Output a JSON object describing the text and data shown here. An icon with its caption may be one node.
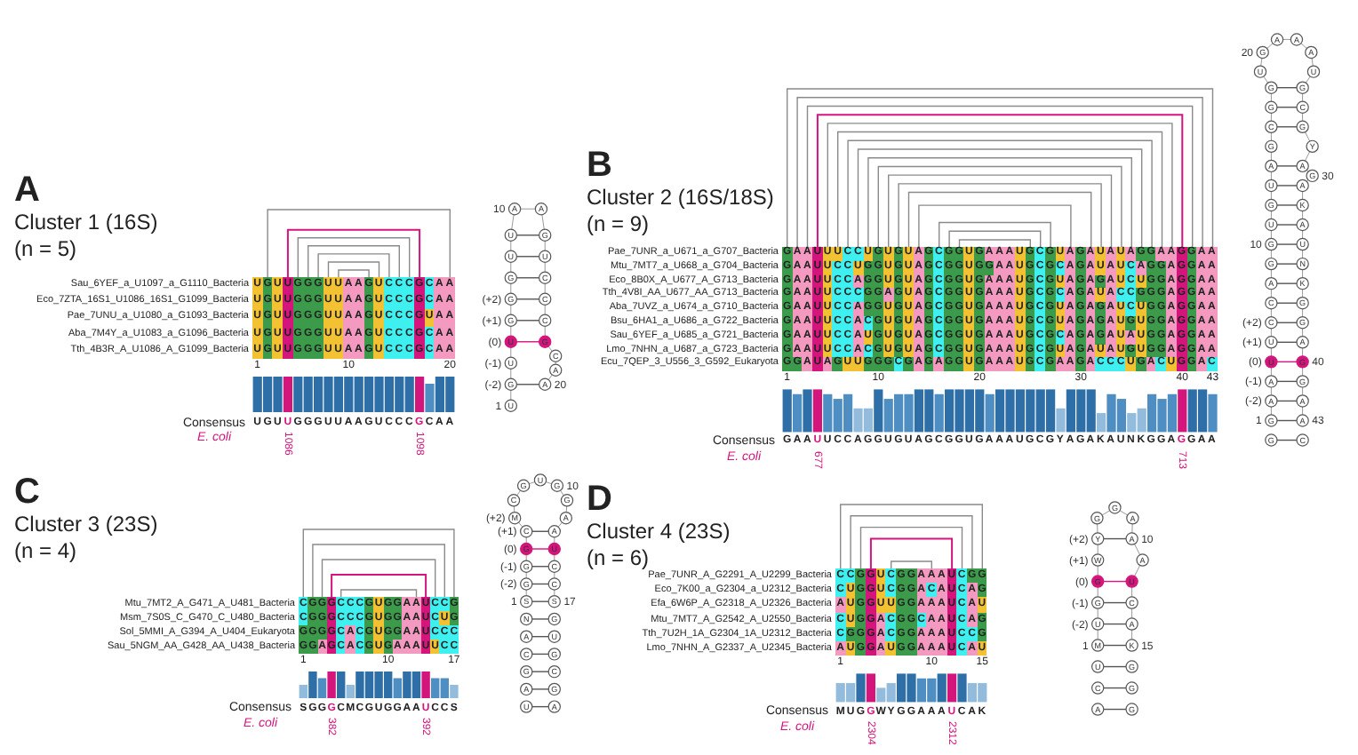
{
  "diagram": {
    "labels": [
      "A",
      "Cluster 1 (16S)",
      "(n = 5)",
      "Sau_6YEF_a_U1097_a_G1110_Bacteria",
      "UGUUGGGUUAAGUCCCGCAA",
      "Eco_7ZTA_16S1_U1086_16S1_G1099_Bacteria",
      "UGUUGGGUUAAGUCCCGCAA",
      "Pae_7UNU_a_U1080_a_G1093_Bacteria",
      "UGUUGGGUUAAGUCCCGUAA",
      "Aba_7M4Y_a_U1083_a_G1096_Bacteria",
      "UGUUGGGUUAAGUCCCGCAA",
      "Tth_4B3R_A_U1086_A_G1099_Bacteria",
      "UGUUGGGUUAAGUCCCGCAA",
      "1",
      "10",
      "20",
      "Consensus",
      "UGUUGGGUUAAGUCCCGCAA",
      "E. coli",
      "1086",
      "1098",
      "10",
      "(+2)",
      "(+1)",
      "(0)",
      "(-1)",
      "(-2)",
      "20",
      "1",
      "U",
      "G",
      "U",
      "U",
      "G",
      "G",
      "G",
      "U",
      "U",
      "A",
      "A",
      "G",
      "U",
      "C",
      "C",
      "C",
      "G",
      "C",
      "A",
      "A",
      "B",
      "Cluster 2 (16S/18S)",
      "(n = 9)",
      "Pae_7UNR_a_U671_a_G707_Bacteria",
      "GAAUUUCCUGUGUAGCGGUGAAAUGCGUAGAUAUAGGAAGGAA",
      "Mtu_7MT7_a_U668_a_G704_Bacteria",
      "GAAUUCCUGGUGUAGCGGUGGAAUGCGCAGAUAUCAGGAGGAA",
      "Eco_8B0X_A_U677_A_G713_Bacteria",
      "GAAUUCCAGGUGUAGCGGUGAAAUGCGUAGAGAUCUGGAGGAA",
      "Tth_4V8I_AA_U677_AA_G713_Bacteria",
      "GAAUUCCCGGAGUAGCGGUGAAAUGCGCAGAUACCGGGAGGAA",
      "Aba_7UVZ_a_U674_a_G710_Bacteria",
      "GAAUUCCAGGUGUAGCGGUGAAAUGCGUAGAGAUCUGGAGGAA",
      "Bsu_6HA1_a_U686_a_G722_Bacteria",
      "GAAUUCCACGUGUAGCGGUGAAAUGCGUAGAGAUGUGGAGGAA",
      "Sau_6YEF_a_U685_a_G721_Bacteria",
      "GAAUUCCAUGUGUAGCGGUGAAAUGCGCAGAGAUAUGGAGGAA",
      "Lmo_7NHN_a_U687_a_G723_Bacteria",
      "GAAUUCCACGUGUAGCGGUGAAAUGCGUAGAUAUGUGGAGGAA",
      "Ecu_7QEP_3_U556_3_G592_Eukaryota",
      "GGAUAGUUGGGCGAGAGGUGAAAUGCGAAGACCCUGACUGGAC",
      "1",
      "10",
      "20",
      "30",
      "40",
      "43",
      "Consensus",
      "GAAUUCCAGGUGUAGCGGUGAAAUGCGYAGAKAUNKGGAGGAA",
      "E. coli",
      "677",
      "713",
      "20",
      "30",
      "10",
      "(+2)",
      "(+1)",
      "(0)",
      "40",
      "43",
      "(-1)",
      "(-2)",
      "1",
      "G",
      "A",
      "A",
      "U",
      "U",
      "C",
      "C",
      "A",
      "G",
      "G",
      "U",
      "G",
      "U",
      "A",
      "G",
      "C",
      "G",
      "G",
      "U",
      "G",
      "A",
      "A",
      "A",
      "U",
      "G",
      "C",
      "G",
      "Y",
      "A",
      "G",
      "A",
      "K",
      "A",
      "U",
      "N",
      "K",
      "G",
      "G",
      "A",
      "G",
      "G",
      "A",
      "A",
      "G",
      "C",
      "C",
      "Cluster 3 (23S)",
      "(n = 4)",
      "Mtu_7MT2_A_G471_A_U481_Bacteria",
      "CGGGCCCGUGGAAUCCG",
      "Msm_7S0S_C_G470_C_U480_Bacteria",
      "CGGGCCCGUGGAAUCUG",
      "Sol_5MMI_A_G394_A_U404_Eukaryota",
      "GGGGCACGUGGAAUCCC",
      "Sau_5NGM_AA_G428_AA_U438_Bacteria",
      "GGAGCACGUGAAAUUCC",
      "1",
      "10",
      "17",
      "Consensus",
      "SGGGCMCGUGGAAUCCS",
      "E. coli",
      "382",
      "392",
      "10",
      "17",
      "(+2)",
      "(+1)",
      "(0)",
      "(-1)",
      "(-2)",
      "1",
      "S",
      "G",
      "G",
      "G",
      "C",
      "M",
      "C",
      "G",
      "U",
      "G",
      "G",
      "A",
      "A",
      "U",
      "C",
      "C",
      "S",
      "N",
      "G",
      "A",
      "U",
      "C",
      "G",
      "G",
      "C",
      "A",
      "G",
      "U",
      "A",
      "D",
      "Cluster 4 (23S)",
      "(n = 6)",
      "Pae_7UNR_A_G2291_A_U2299_Bacteria",
      "CCGGUCGGAAAUCGG",
      "Eco_7K00_a_G2304_a_U2312_Bacteria",
      "CUGGUCGGACAUCAG",
      "Efa_6W6P_A_G2318_A_U2326_Bacteria",
      "AUGGUUGGAAAUCAU",
      "Mtu_7MT7_A_G2542_A_U2550_Bacteria",
      "CUGGACGGCAAUCAG",
      "Tth_7U2H_1A_G2304_1A_U2312_Bacteria",
      "CGGGACGGAAAUCCG",
      "Lmo_7NHN_A_G2337_A_U2345_Bacteria",
      "AUGGAUGGAAAUCAU",
      "1",
      "10",
      "15",
      "Consensus",
      "MUGGWYGGAAAUCAK",
      "E. coli",
      "2304",
      "2312",
      "(+2)",
      "10",
      "15",
      "(+1)",
      "(0)",
      "(-1)",
      "(-2)",
      "1",
      "M",
      "U",
      "G",
      "G",
      "W",
      "Y",
      "G",
      "G",
      "A",
      "A",
      "A",
      "U",
      "C",
      "A",
      "K",
      "U",
      "G",
      "C",
      "G",
      "A",
      "G"
    ]
  }
}
